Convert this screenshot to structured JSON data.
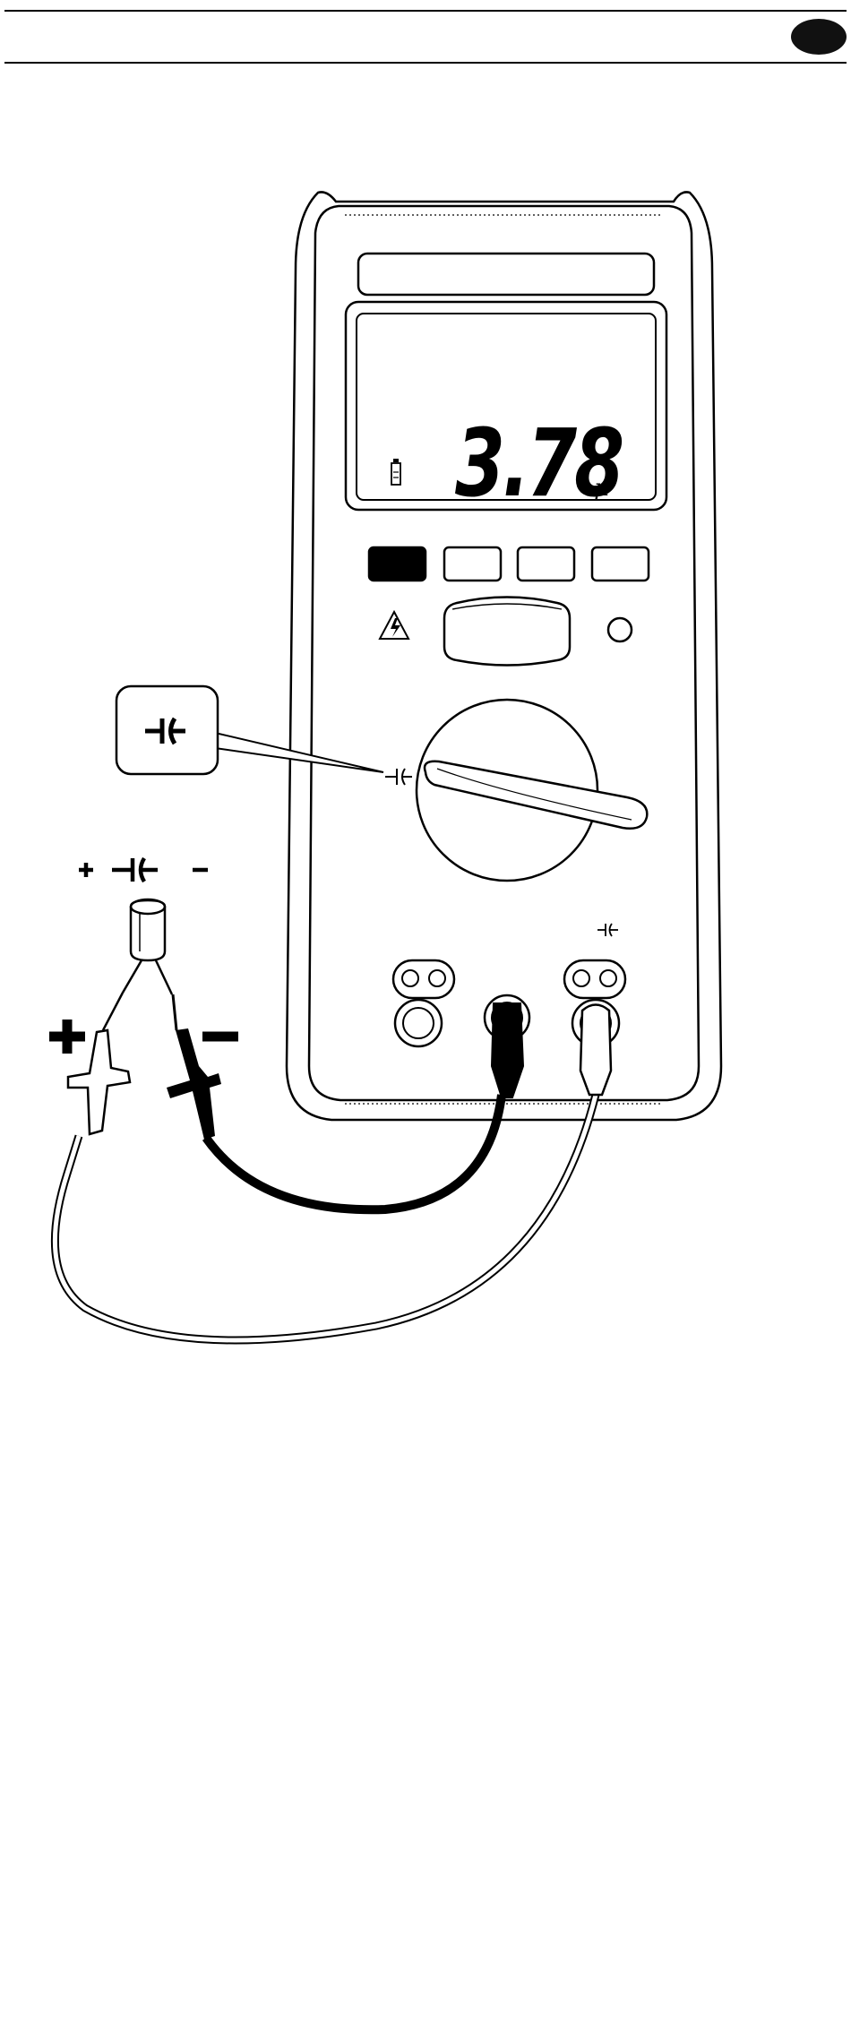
{
  "display": {
    "reading": "3.78",
    "unit": "µ"
  },
  "symbols": {
    "capacitor": "capacitor-symbol",
    "polarity_plus": "+",
    "polarity_minus": "−",
    "warning": "high-voltage-warning-icon"
  },
  "colors": {
    "ink": "#000000",
    "paper": "#ffffff",
    "header_badge": "#111111"
  }
}
